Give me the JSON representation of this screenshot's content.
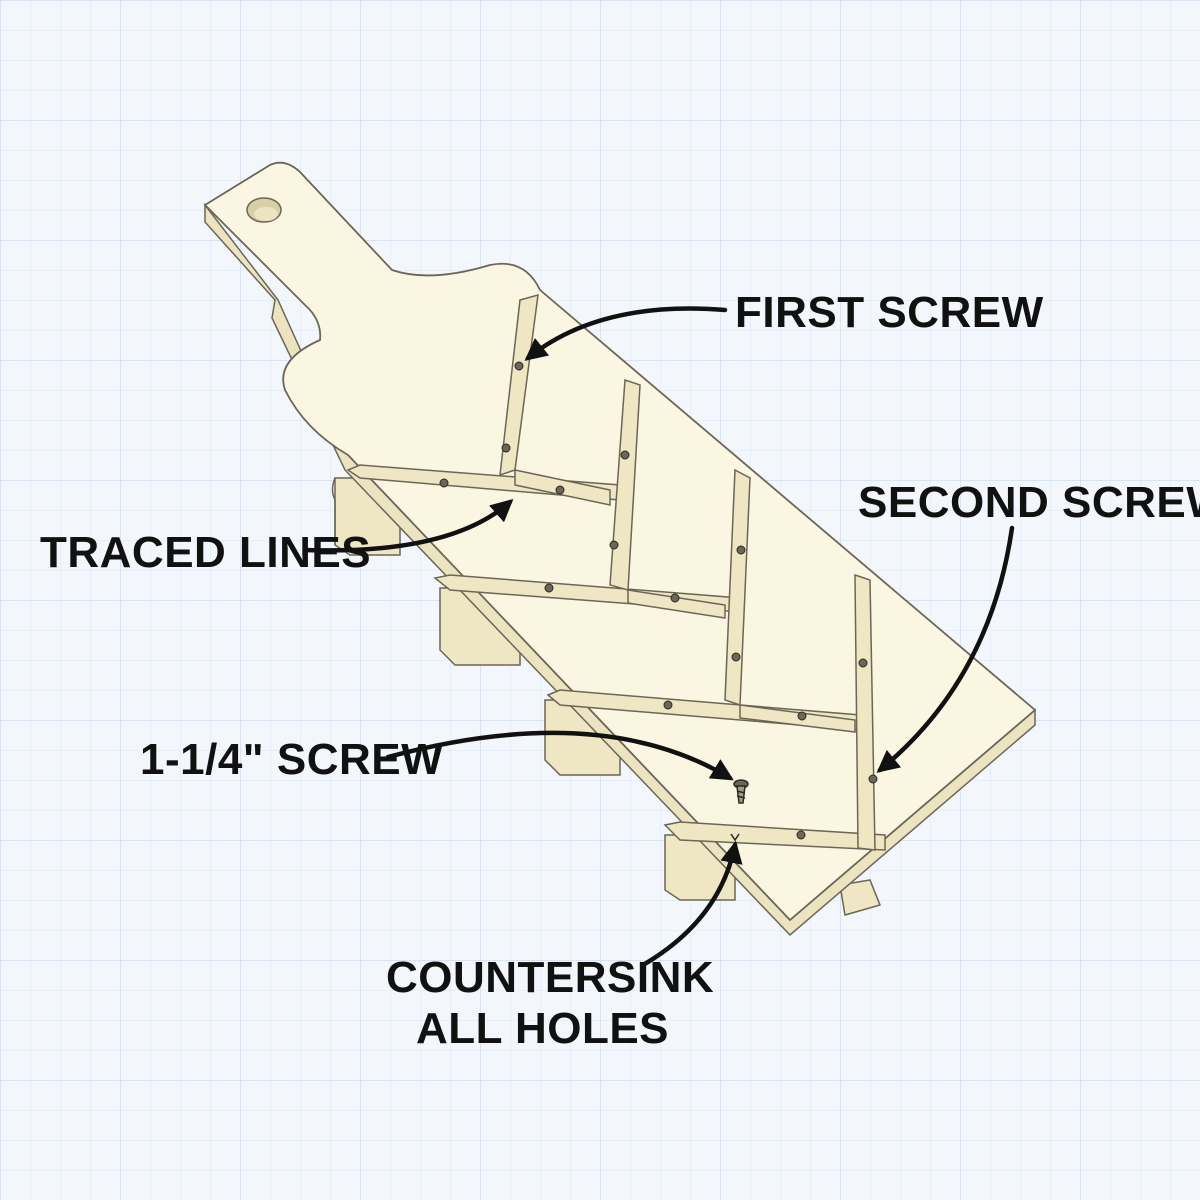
{
  "colors": {
    "background": "#f3f6fb",
    "grid": "#cfdcee",
    "board": "#fbf6e1",
    "board_edge": "#ece3c1",
    "strip": "#efe6c4",
    "outline": "#6b6657",
    "text": "#111111"
  },
  "labels": {
    "first_screw": "FIRST SCREW",
    "second_screw": "SECOND SCREW",
    "traced_lines": "TRACED LINES",
    "screw_size": "1-1/4\" SCREW",
    "countersink_line1": "COUNTERSINK",
    "countersink_line2": "ALL HOLES"
  },
  "icons": [
    "screw-icon",
    "hanging-hole-icon",
    "arrowhead-icon"
  ]
}
